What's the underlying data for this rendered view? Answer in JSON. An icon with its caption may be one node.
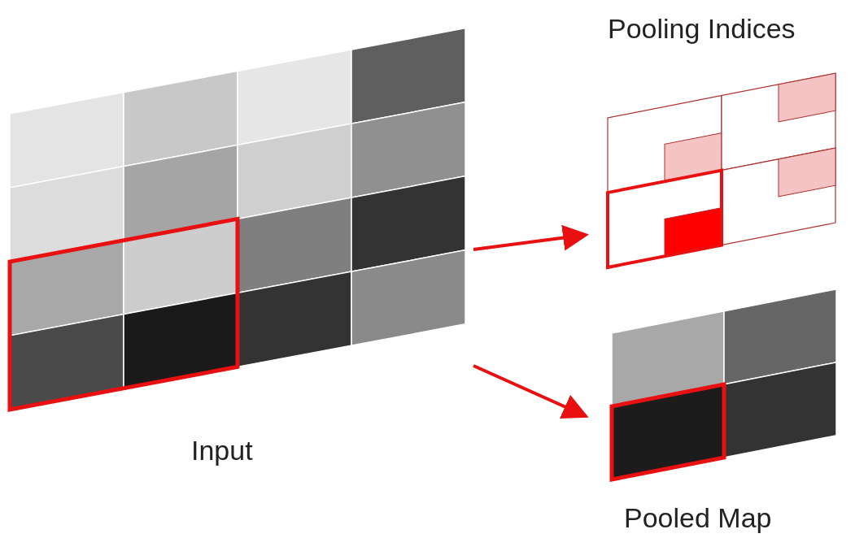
{
  "diagram": {
    "nodes": [
      {
        "text": [
          "Input"
        ]
      },
      {
        "text": [
          "Pooling Indices"
        ]
      },
      {
        "text": [
          "Pooled Map"
        ]
      }
    ],
    "edges": [
      {
        "from": 0,
        "to": 1,
        "arrow": "to"
      },
      {
        "from": 0,
        "to": 2,
        "arrow": "to"
      }
    ]
  }
}
